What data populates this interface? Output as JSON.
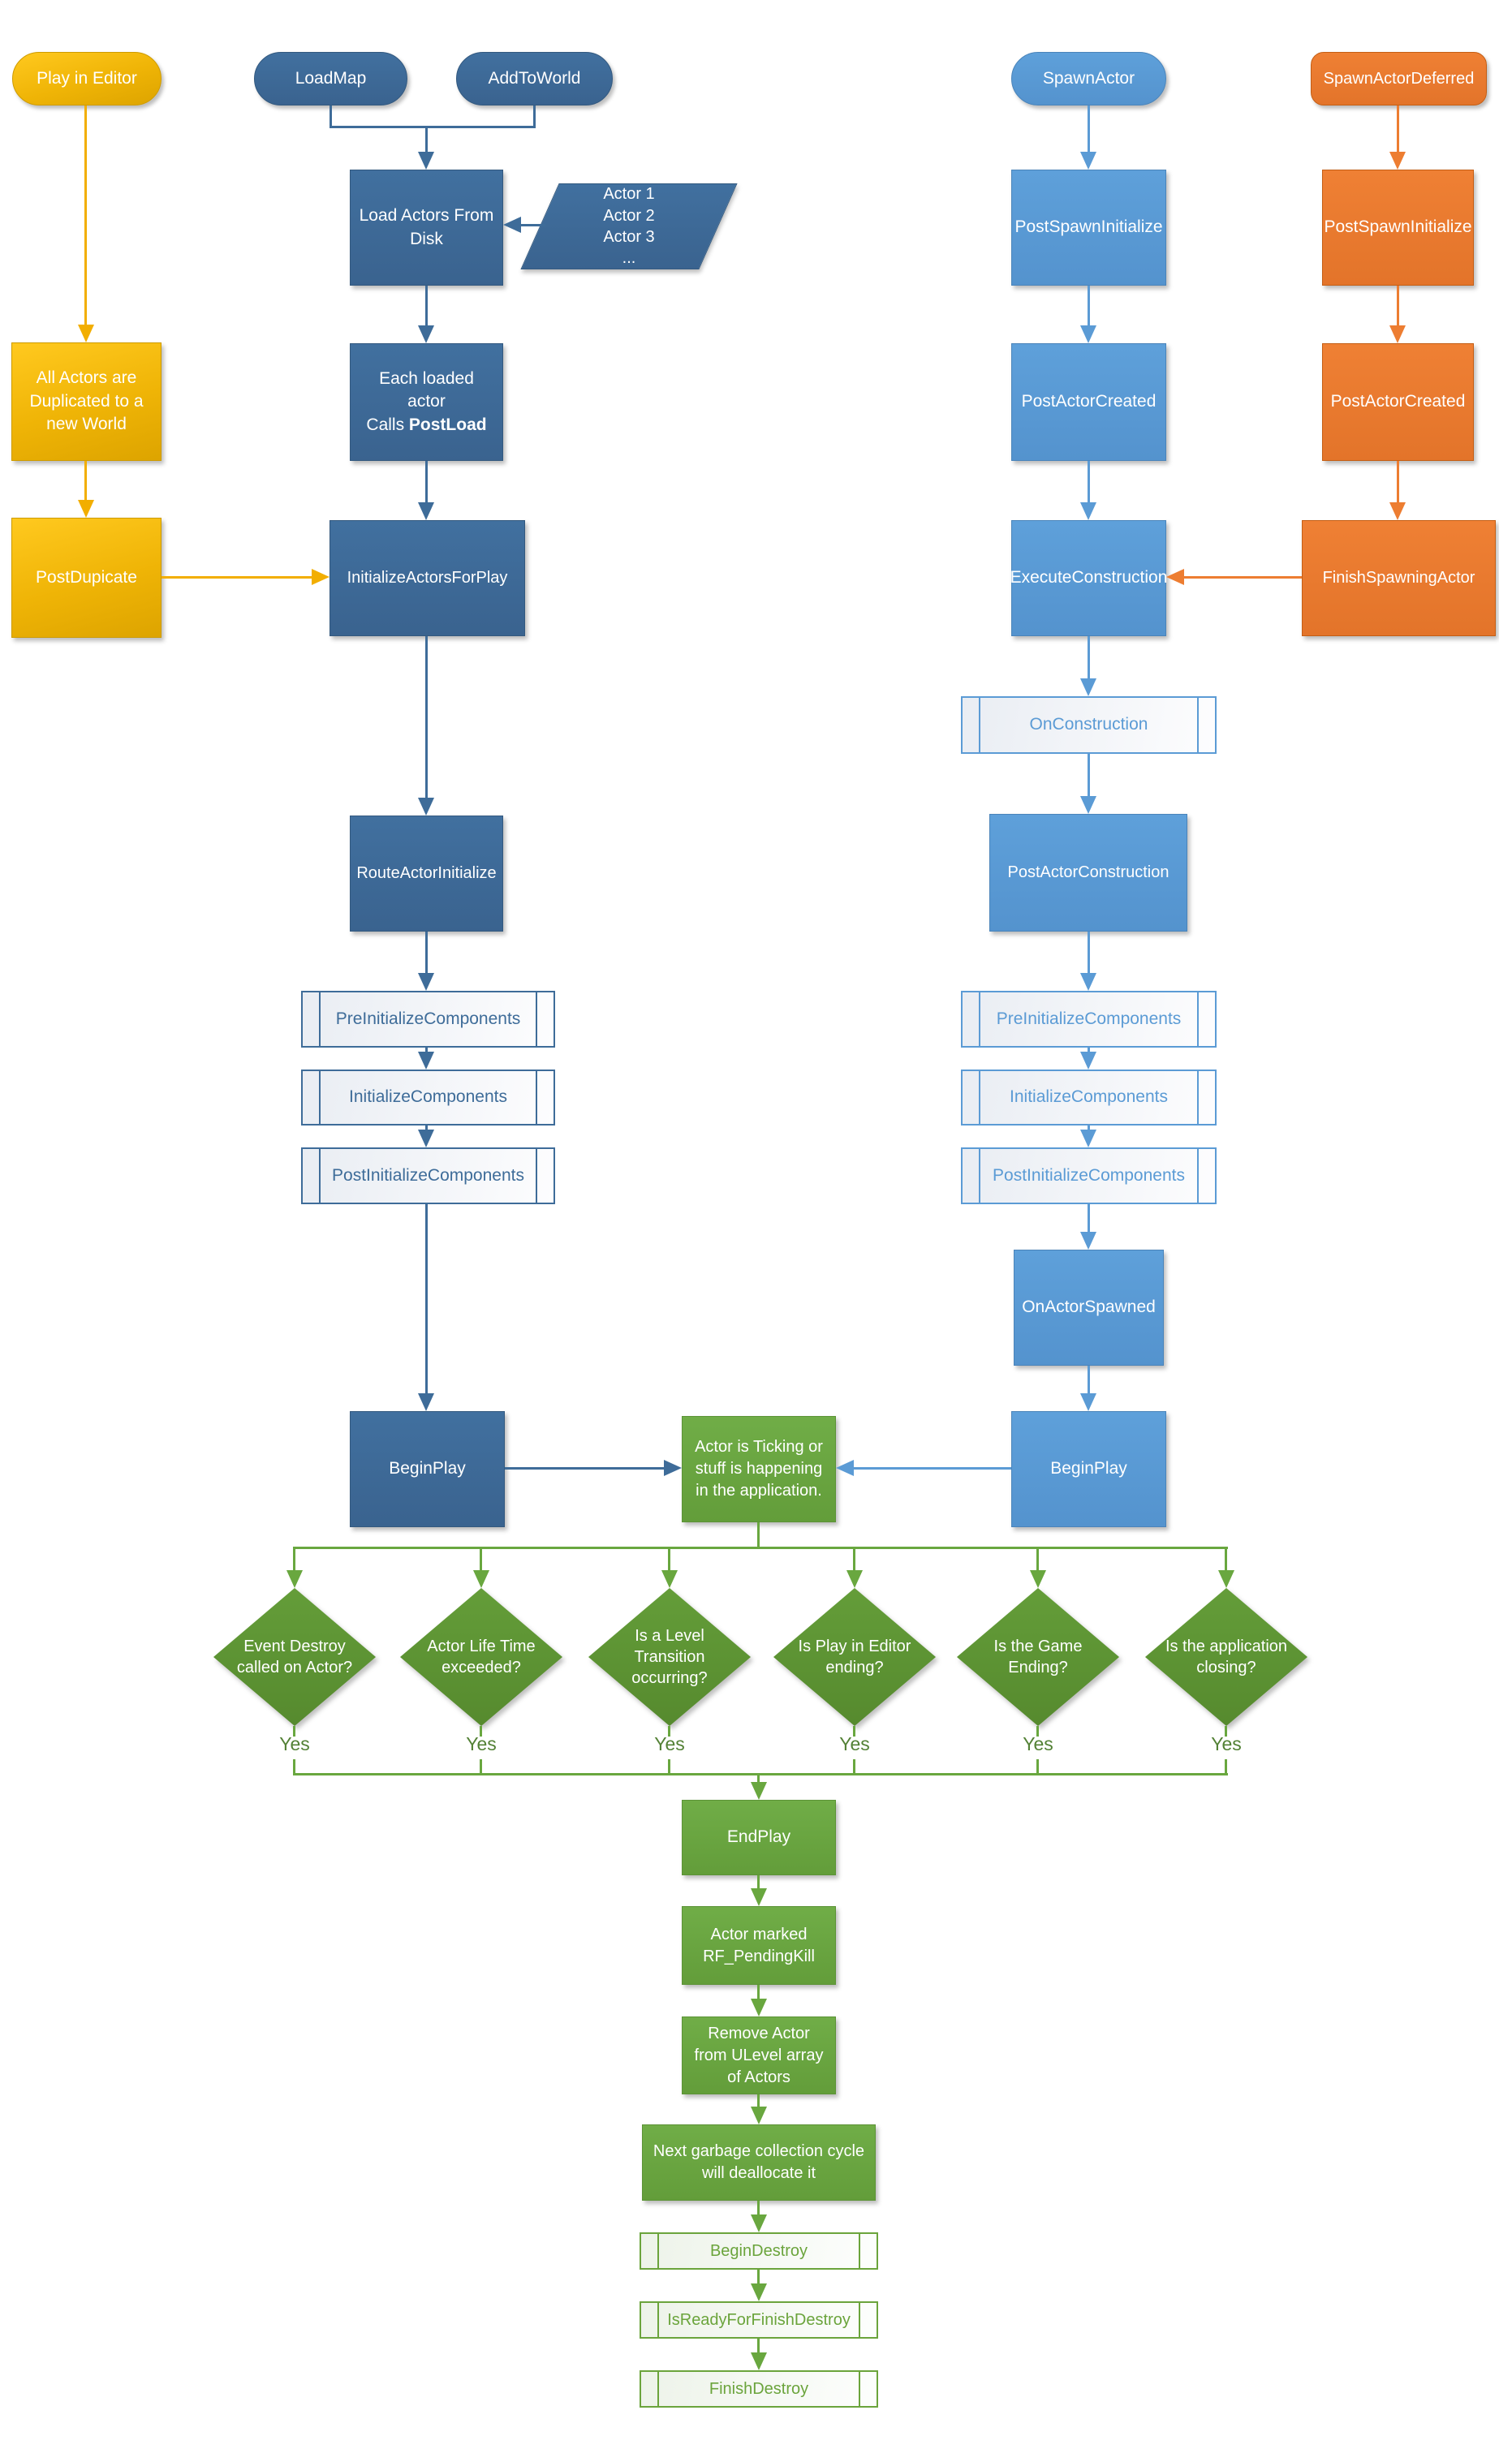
{
  "nodes": {
    "play_in_editor": {
      "label": "Play in Editor"
    },
    "load_map": {
      "label": "LoadMap"
    },
    "add_to_world": {
      "label": "AddToWorld"
    },
    "spawn_actor": {
      "label": "SpawnActor"
    },
    "spawn_actor_deferred": {
      "label": "SpawnActorDeferred"
    },
    "load_actors_from_disk": {
      "label": "Load Actors From Disk"
    },
    "actor_list": {
      "lines": [
        "Actor 1",
        "Actor 2",
        "Actor 3",
        "..."
      ]
    },
    "all_actors_duplicated": {
      "label": "All Actors are Duplicated to a new World"
    },
    "each_loaded_actor": {
      "line1": "Each loaded actor",
      "line2_prefix": "Calls ",
      "line2_bold": "PostLoad"
    },
    "post_dupicate": {
      "label": "PostDupicate"
    },
    "initialize_actors_for_play": {
      "label": "InitializeActorsForPlay"
    },
    "route_actor_initialize": {
      "label": "RouteActorInitialize"
    },
    "pre_initialize_components_left": {
      "label": "PreInitializeComponents"
    },
    "initialize_components_left": {
      "label": "InitializeComponents"
    },
    "post_initialize_components_left": {
      "label": "PostInitializeComponents"
    },
    "begin_play_left": {
      "label": "BeginPlay"
    },
    "post_spawn_initialize_blue": {
      "label": "PostSpawnInitialize"
    },
    "post_actor_created_blue": {
      "label": "PostActorCreated"
    },
    "execute_construction": {
      "label": "ExecuteConstruction"
    },
    "on_construction": {
      "label": "OnConstruction"
    },
    "post_actor_construction": {
      "label": "PostActorConstruction"
    },
    "pre_initialize_components_right": {
      "label": "PreInitializeComponents"
    },
    "initialize_components_right": {
      "label": "InitializeComponents"
    },
    "post_initialize_components_right": {
      "label": "PostInitializeComponents"
    },
    "on_actor_spawned": {
      "label": "OnActorSpawned"
    },
    "begin_play_right": {
      "label": "BeginPlay"
    },
    "post_spawn_initialize_orange": {
      "label": "PostSpawnInitialize"
    },
    "post_actor_created_orange": {
      "label": "PostActorCreated"
    },
    "finish_spawning_actor": {
      "label": "FinishSpawningActor"
    },
    "actor_ticking": {
      "label": "Actor is Ticking or stuff is happening in the application."
    },
    "end_play": {
      "label": "EndPlay"
    },
    "actor_marked_pending_kill": {
      "label": "Actor marked RF_PendingKill"
    },
    "remove_actor": {
      "label": "Remove Actor from ULevel array of Actors"
    },
    "garbage_collection": {
      "label": "Next garbage collection cycle will deallocate it"
    },
    "begin_destroy": {
      "label": "BeginDestroy"
    },
    "is_ready_for_finish_destroy": {
      "label": "IsReadyForFinishDestroy"
    },
    "finish_destroy": {
      "label": "FinishDestroy"
    }
  },
  "decisions": [
    {
      "label": "Event Destroy called on Actor?",
      "yes": "Yes"
    },
    {
      "label": "Actor Life Time exceeded?",
      "yes": "Yes"
    },
    {
      "label": "Is a Level Transition occurring?",
      "yes": "Yes"
    },
    {
      "label": "Is Play in Editor ending?",
      "yes": "Yes"
    },
    {
      "label": "Is the Game Ending?",
      "yes": "Yes"
    },
    {
      "label": "Is the application closing?",
      "yes": "Yes"
    }
  ],
  "colors": {
    "gold": "#EDAC00",
    "dark_blue": "#3E6C99",
    "light_blue": "#5B9BD5",
    "orange": "#ED7D31",
    "green": "#69A73F",
    "diamond_green": "#5E9834",
    "yes_text": "#538135"
  }
}
